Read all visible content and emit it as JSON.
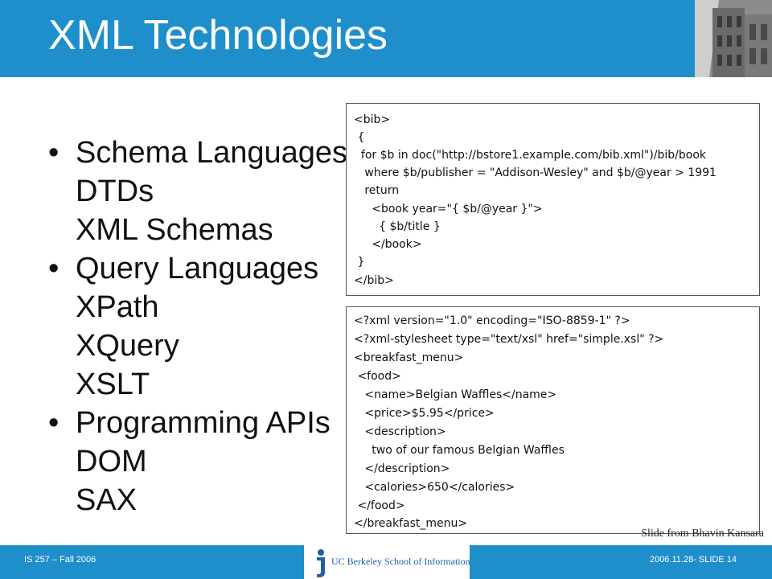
{
  "slide": {
    "title": "XML Technologies",
    "bullets": [
      {
        "label": "Schema Languages",
        "subitems": [
          "DTDs",
          "XML Schemas"
        ]
      },
      {
        "label": "Query Languages",
        "subitems": [
          "XPath",
          "XQuery",
          "XSLT"
        ]
      },
      {
        "label": "Programming APIs",
        "subitems": [
          "DOM",
          "SAX"
        ]
      }
    ],
    "code_box_1": [
      "<bib>",
      " {",
      "  for $b in doc(\"http://bstore1.example.com/bib.xml\")/bib/book",
      "   where $b/publisher = \"Addison-Wesley\" and $b/@year > 1991",
      "   return",
      "     <book year=\"{ $b/@year }\">",
      "       { $b/title }",
      "     </book>",
      " }",
      "</bib>"
    ],
    "code_box_2": [
      "<?xml version=\"1.0\" encoding=\"ISO-8859-1\" ?>",
      "<?xml-stylesheet type=\"text/xsl\" href=\"simple.xsl\" ?>",
      "<breakfast_menu>",
      " <food>",
      "   <name>Belgian Waffles</name>",
      "   <price>$5.95</price>",
      "   <description>",
      "     two of our famous Belgian Waffles",
      "   </description>",
      "   <calories>650</calories>",
      " </food>",
      "</breakfast_menu>"
    ],
    "credit": "Slide from Bhavin Kansara"
  },
  "footer": {
    "left": "IS 257 – Fall 2006",
    "right": "2006.11.28- SLIDE 14",
    "logo_text": "UC Berkeley School of Information"
  },
  "colors": {
    "accent": "#1e8fcb",
    "logo_blue": "#1e5fa8"
  }
}
